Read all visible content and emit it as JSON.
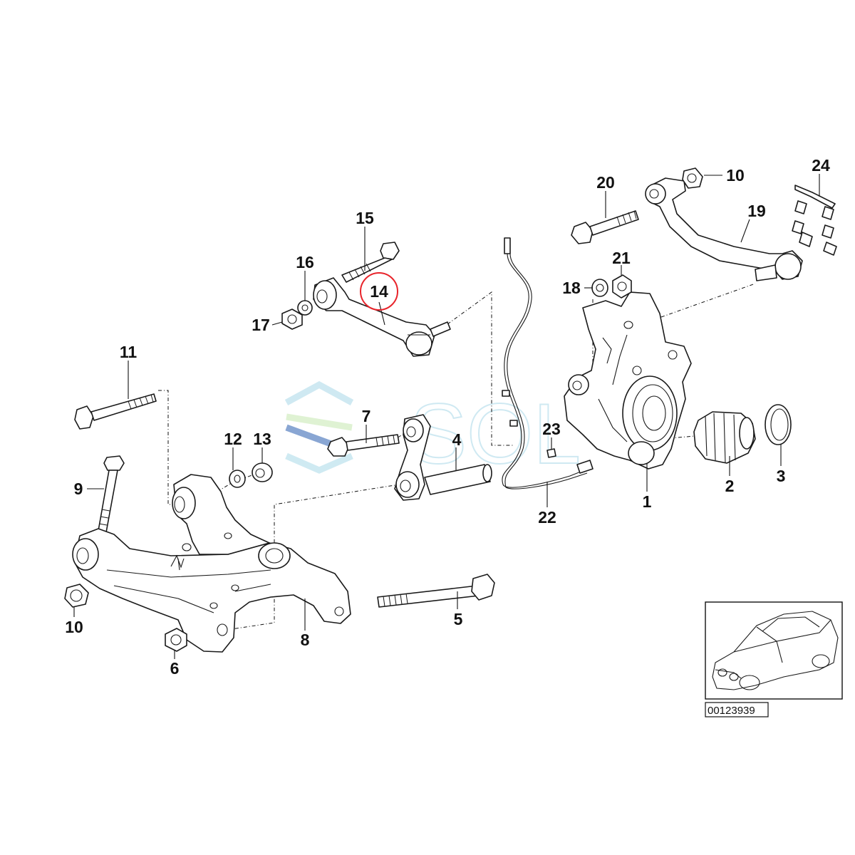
{
  "diagram": {
    "callouts": {
      "c1": "1",
      "c2": "2",
      "c3": "3",
      "c4": "4",
      "c5": "5",
      "c6": "6",
      "c7": "7",
      "c8": "8",
      "c9": "9",
      "c10a": "10",
      "c10b": "10",
      "c11": "11",
      "c12": "12",
      "c13": "13",
      "c14": "14",
      "c15": "15",
      "c16": "16",
      "c17": "17",
      "c18": "18",
      "c19": "19",
      "c20": "20",
      "c21": "21",
      "c22": "22",
      "c23": "23",
      "c24": "24"
    },
    "highlighted_callout": "14",
    "highlight_color": "#e8232a",
    "watermark": {
      "text": "SOL",
      "colors": [
        "#a8d8e8",
        "#c6e8b0",
        "#2a5fb0"
      ]
    },
    "reference_number": "00123939"
  }
}
